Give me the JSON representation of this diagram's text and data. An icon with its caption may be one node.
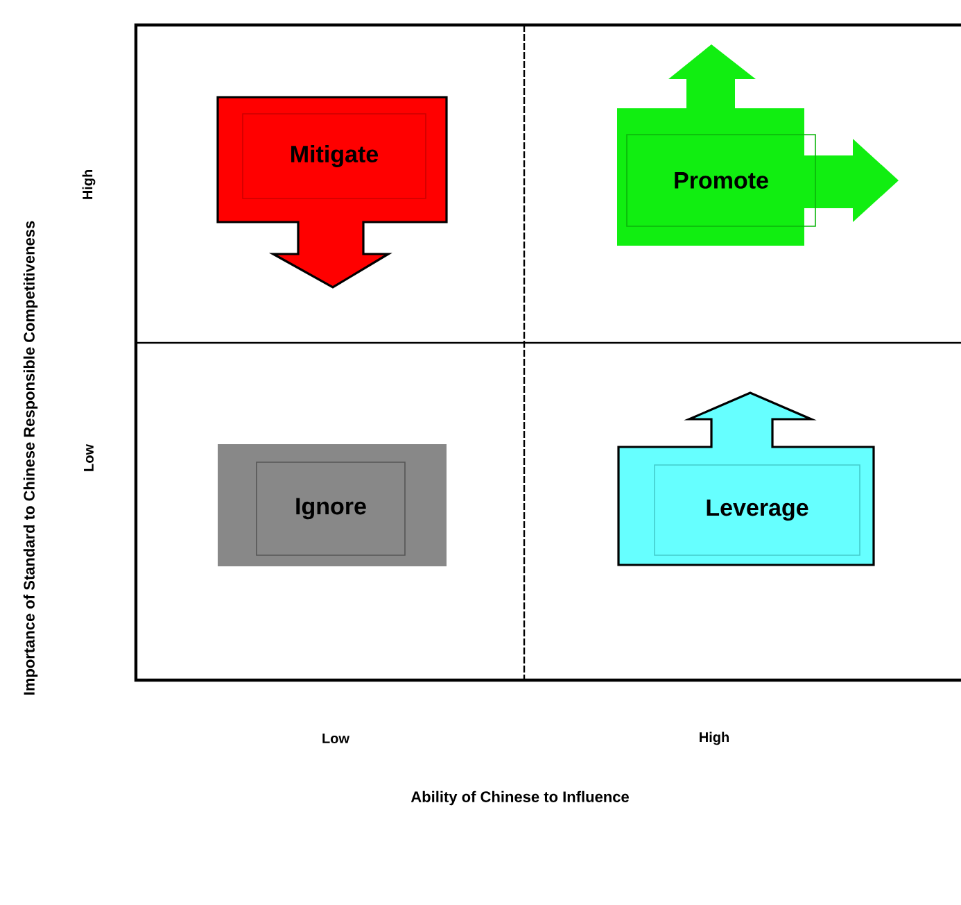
{
  "diagram": {
    "nodes": [
      {
        "text": [
          "Mitigate"
        ]
      },
      {
        "text": [
          "Promote"
        ]
      },
      {
        "text": [
          "Ignore"
        ]
      },
      {
        "text": [
          "Leverage"
        ]
      }
    ],
    "labels": [
      "Importance of Standard to Chinese Responsible Competitiveness",
      "High",
      "Low",
      "Low",
      "High",
      "Ability of Chinese to Influence"
    ]
  }
}
